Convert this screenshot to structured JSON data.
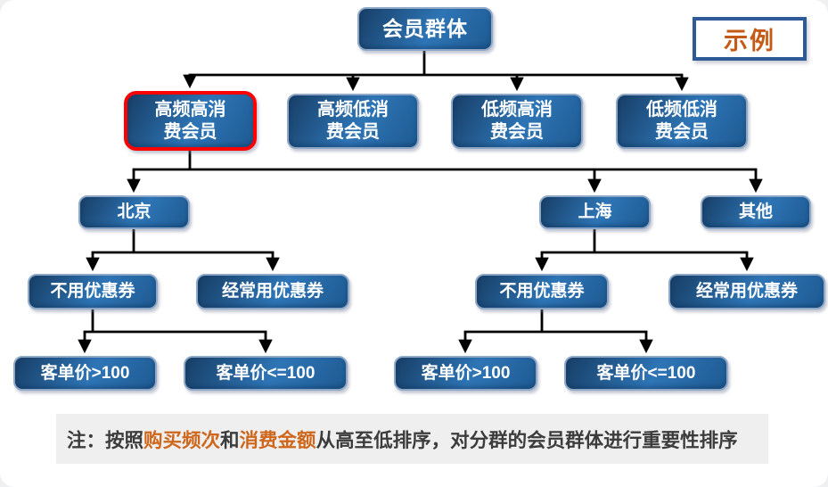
{
  "badge": {
    "label": "示例"
  },
  "colors": {
    "node_fill_dark": "#173E66",
    "node_fill_light": "#2E75B6",
    "node_border": "#8FA8C8",
    "highlight_border": "#FE0000",
    "connector": "#000000",
    "badge_border": "#2E5B97",
    "badge_text": "#C45A15",
    "note_text": "#3C3C3C",
    "note_accent": "#CE671B",
    "note_bg": "#EFEFF0"
  },
  "tree": {
    "root": {
      "label": "会员群体"
    },
    "level2": [
      {
        "label": "高频高消费会员",
        "line1": "高频高消",
        "line2": "费会员",
        "highlighted": true
      },
      {
        "label": "高频低消费会员",
        "line1": "高频低消",
        "line2": "费会员",
        "highlighted": false
      },
      {
        "label": "低频高消费会员",
        "line1": "低频高消",
        "line2": "费会员",
        "highlighted": false
      },
      {
        "label": "低频低消费会员",
        "line1": "低频低消",
        "line2": "费会员",
        "highlighted": false
      }
    ],
    "level3": [
      {
        "label": "北京"
      },
      {
        "label": "上海"
      },
      {
        "label": "其他"
      }
    ],
    "level4": [
      {
        "label": "不用优惠券"
      },
      {
        "label": "经常用优惠券"
      },
      {
        "label": "不用优惠券"
      },
      {
        "label": "经常用优惠券"
      }
    ],
    "level5": [
      {
        "label": "客单价>100"
      },
      {
        "label": "客单价<=100"
      },
      {
        "label": "客单价>100"
      },
      {
        "label": "客单价<=100"
      }
    ]
  },
  "note": {
    "prefix": "注：按照",
    "accent1": "购买频次",
    "middle": "和",
    "accent2": "消费金额",
    "suffix": "从高至低排序，对分群的会员群体进行重要性排序"
  }
}
